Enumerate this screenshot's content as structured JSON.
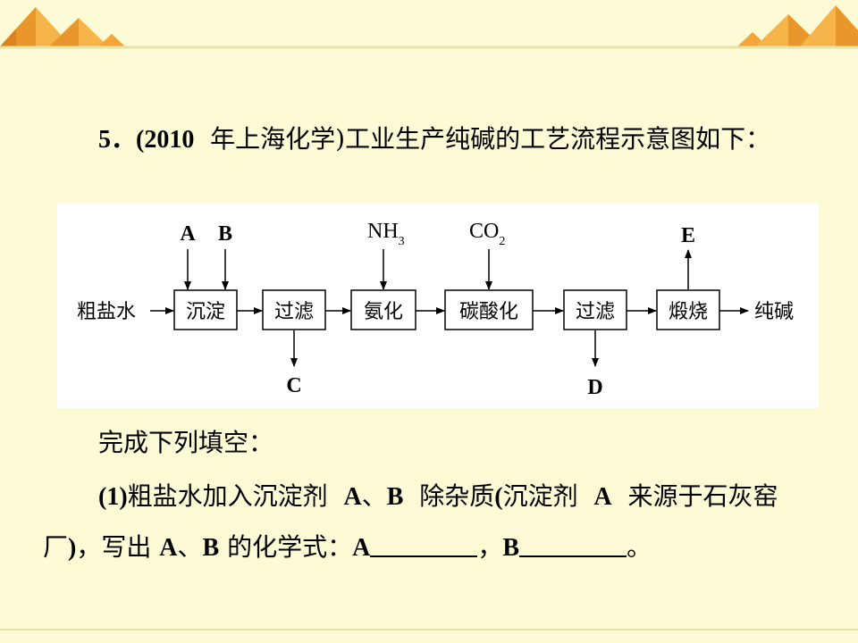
{
  "question": {
    "number": "5．",
    "source": "(2010",
    "text": "年上海化学)工业生产纯碱的工艺流程示意图如下："
  },
  "diagram": {
    "input": "粗盐水",
    "output": "纯碱",
    "steps": [
      "沉淀",
      "过滤",
      "氨化",
      "碳酸化",
      "过滤",
      "煅烧"
    ],
    "reagents": {
      "a": "A",
      "b": "B",
      "nh3_main": "NH",
      "nh3_sub": "3",
      "co2_main": "CO",
      "co2_sub": "2",
      "e": "E"
    },
    "products": {
      "c": "C",
      "d": "D"
    }
  },
  "instruction": "完成下列填空：",
  "part1": {
    "num": "(1)",
    "t1": "粗盐水加入沉淀剂",
    "a1": "A",
    "sep1": "、",
    "b1": "B",
    "t2": "除杂质",
    "lp": "(",
    "t3": "沉淀剂",
    "a2": "A",
    "t4": "来源于石灰窑厂",
    "rp": ")",
    "t5": "，写出",
    "a3": "A",
    "sep2": "、",
    "b3": "B",
    "t6": "的化学式：",
    "a4": "A",
    "comma": "，",
    "b4": "B",
    "end": "。"
  },
  "colors": {
    "background": "#fdfbd6",
    "deco_orange": "#f0a030",
    "deco_dark": "#e08a1a"
  }
}
